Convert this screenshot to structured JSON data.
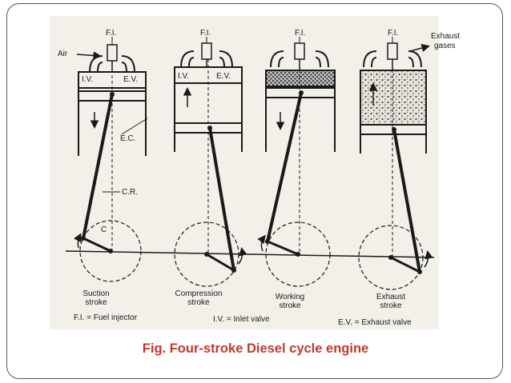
{
  "labels": {
    "fi": "F.I.",
    "air": "Air",
    "exhaust_gases_1": "Exhaust",
    "exhaust_gases_2": "gases",
    "iv": "I.V.",
    "ev": "E.V.",
    "ec": "E.C.",
    "cr": "C.R.",
    "c": "C"
  },
  "strokes": [
    {
      "line1": "Suction",
      "line2": "stroke"
    },
    {
      "line1": "Compression",
      "line2": "stroke"
    },
    {
      "line1": "Working",
      "line2": "stroke"
    },
    {
      "line1": "Exhaust",
      "line2": "stroke"
    }
  ],
  "legend": {
    "fi": "F.I. = Fuel injector",
    "iv": "I.V. = Inlet valve",
    "ev": "E.V. = Exhaust valve"
  },
  "caption": "Fig. Four-stroke Diesel cycle engine",
  "colors": {
    "caption": "#c0392b",
    "ink": "#1a1a1a",
    "paper": "#f3f0ea"
  }
}
